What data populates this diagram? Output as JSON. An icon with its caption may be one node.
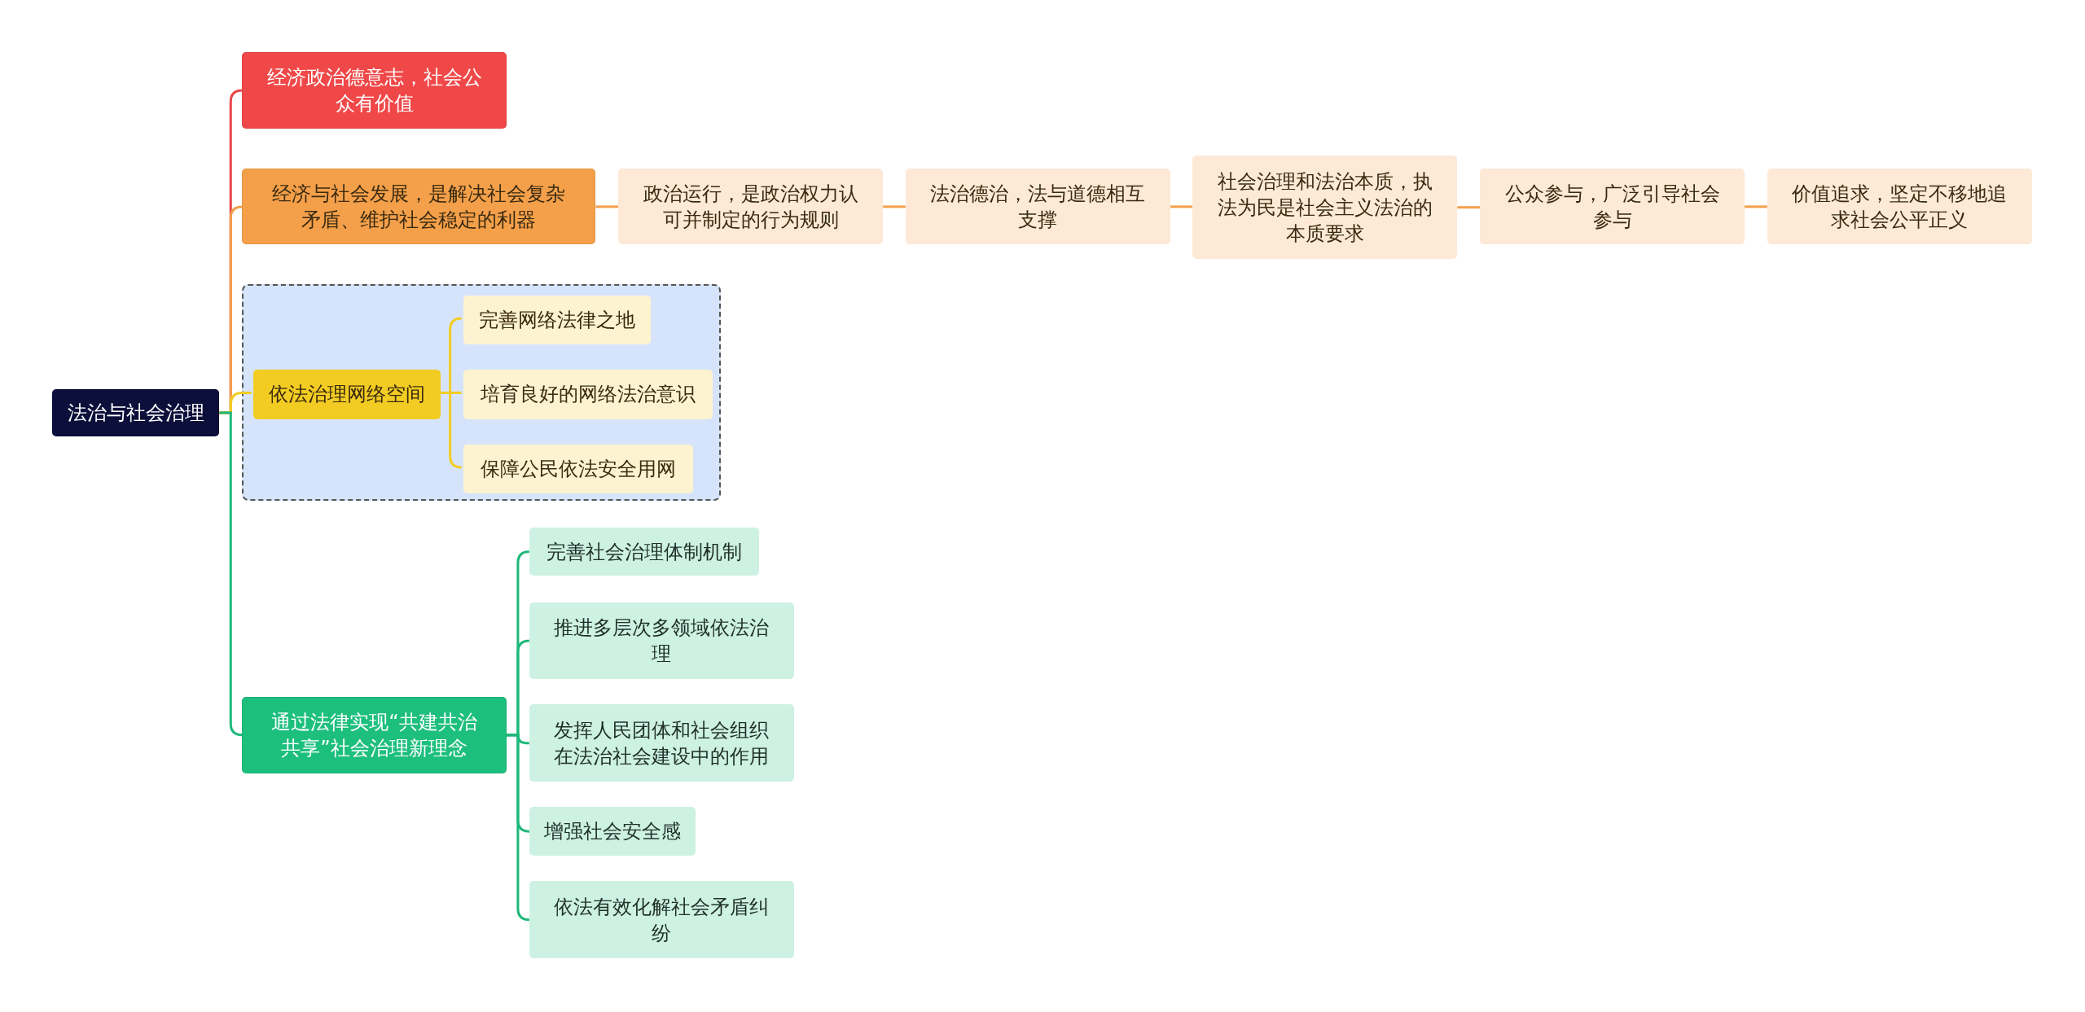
{
  "diagram": {
    "nodes": [
      {
        "text": [
          "法治与社会治理"
        ]
      },
      {
        "text": [
          "经济政治德意志，社会公众有价值"
        ]
      },
      {
        "text": [
          "经济与社会发展，是解决社会复杂矛盾、维护社会稳定的利器"
        ]
      },
      {
        "text": [
          "政治运行，是政治权力认可并制定的行为规则"
        ]
      },
      {
        "text": [
          "法治德治，法与道德相互支撑"
        ]
      },
      {
        "text": [
          "社会治理和法治本质，执法为民是社会主义法治的本质要求"
        ]
      },
      {
        "text": [
          "公众参与，广泛引导社会参与"
        ]
      },
      {
        "text": [
          "价值追求，坚定不移地追求社会公平正义"
        ]
      },
      {
        "text": [],
        "shape": "box"
      },
      {
        "text": [
          "依法治理网络空间"
        ],
        "in": 8
      },
      {
        "text": [
          "完善网络法律之地"
        ],
        "in": 8
      },
      {
        "text": [
          "培育良好的网络法治意识"
        ],
        "in": 8
      },
      {
        "text": [
          "保障公民依法安全用网"
        ],
        "in": 8
      },
      {
        "text": [
          "通过法律实现“共建共治共享”社会治理新理念"
        ]
      },
      {
        "text": [
          "完善社会治理体制机制"
        ]
      },
      {
        "text": [
          "推进多层次多领域依法治理"
        ]
      },
      {
        "text": [
          "发挥人民团体和社会组织在法治社会建设中的作用"
        ]
      },
      {
        "text": [
          "增强社会安全感"
        ]
      },
      {
        "text": [
          "依法有效化解社会矛盾纠纷"
        ]
      }
    ],
    "edges": [
      {
        "from": 0,
        "to": 1,
        "arrow": "none",
        "color": "#e8474a"
      },
      {
        "from": 0,
        "to": 2,
        "arrow": "none",
        "color": "#f4a04a"
      },
      {
        "from": 0,
        "to": 9,
        "arrow": "none",
        "color": "#f2cc22"
      },
      {
        "from": 0,
        "to": 13,
        "arrow": "none",
        "color": "#1db97a"
      },
      {
        "from": 2,
        "to": 3,
        "arrow": "none",
        "color": "#f4a04a"
      },
      {
        "from": 3,
        "to": 4,
        "arrow": "none",
        "color": "#f4a04a"
      },
      {
        "from": 4,
        "to": 5,
        "arrow": "none",
        "color": "#f4a04a"
      },
      {
        "from": 5,
        "to": 6,
        "arrow": "none",
        "color": "#f4a04a"
      },
      {
        "from": 6,
        "to": 7,
        "arrow": "none",
        "color": "#f4a04a"
      },
      {
        "from": 9,
        "to": 10,
        "arrow": "none",
        "color": "#f2cc22"
      },
      {
        "from": 9,
        "to": 11,
        "arrow": "none",
        "color": "#f2cc22"
      },
      {
        "from": 9,
        "to": 12,
        "arrow": "none",
        "color": "#f2cc22"
      },
      {
        "from": 13,
        "to": 14,
        "arrow": "none",
        "color": "#1db97a"
      },
      {
        "from": 13,
        "to": 15,
        "arrow": "none",
        "color": "#1db97a"
      },
      {
        "from": 13,
        "to": 16,
        "arrow": "none",
        "color": "#1db97a"
      },
      {
        "from": 13,
        "to": 17,
        "arrow": "none",
        "color": "#1db97a"
      },
      {
        "from": 13,
        "to": 18,
        "arrow": "none",
        "color": "#1db97a"
      }
    ]
  }
}
